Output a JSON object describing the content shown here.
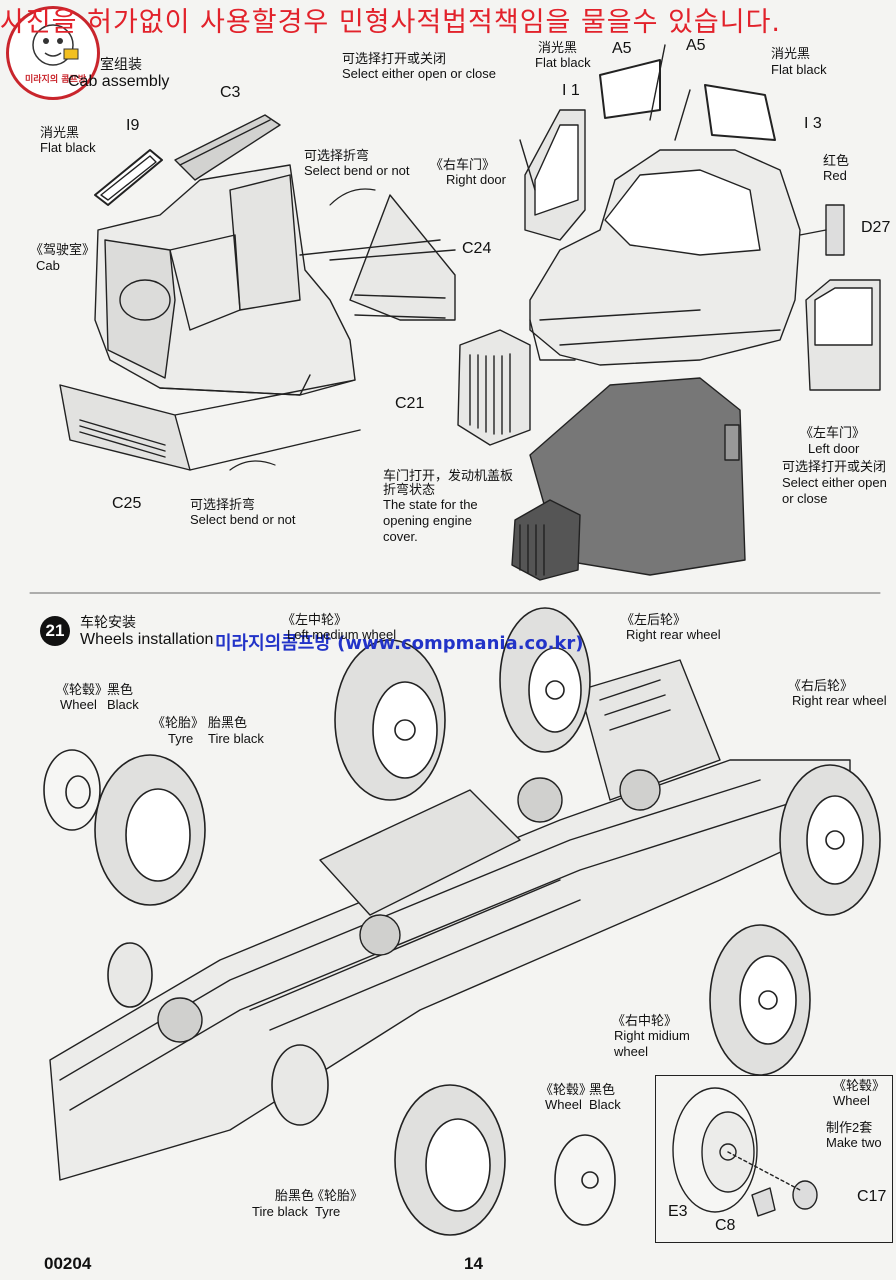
{
  "watermark": {
    "top_text": "사진을 허가없이 사용할경우 민형사적법적책임을 물을수 있습니다.",
    "mid_text": "미라지의콤프방 (www.compmania.co.kr)",
    "logo_text": "미라지의 콤프방"
  },
  "step20": {
    "title_cn": "室组装",
    "title_en": "Cab assembly",
    "labels": {
      "c3": "C3",
      "i9": "I9",
      "i9_cn": "消光黑",
      "i9_en": "Flat black",
      "cab_cn": "《驾驶室》",
      "cab_en": "Cab",
      "select_oc_cn": "可选择打开或关闭",
      "select_oc_en": "Select either open or close",
      "bend_cn": "可选择折弯",
      "bend_en": "Select bend or not",
      "c24": "C24",
      "c25": "C25",
      "bend2_cn": "可选择折弯",
      "bend2_en": "Select bend or not",
      "a5_left": "A5",
      "a5_right": "A5",
      "i1_flat_cn": "消光黑",
      "i1_flat_en": "Flat black",
      "i1": "I 1",
      "i3_flat_cn": "消光黑",
      "i3_flat_en": "Flat black",
      "i3": "I 3",
      "right_door_cn": "《右车门》",
      "right_door_en": "Right door",
      "red_cn": "红色",
      "red_en": "Red",
      "d27": "D27",
      "c21": "C21",
      "left_door_cn": "《左车门》",
      "left_door_en": "Left door",
      "left_door_oc_cn": "可选择打开或关闭",
      "left_door_oc_en1": "Select either open",
      "left_door_oc_en2": "or close",
      "open_state_cn1": "车门打开，发动机盖板",
      "open_state_cn2": "折弯状态",
      "open_state_en1": "The state for the",
      "open_state_en2": "opening engine",
      "open_state_en3": "cover."
    }
  },
  "step21": {
    "number": "21",
    "title_cn": "车轮安装",
    "title_en": "Wheels installation",
    "labels": {
      "wheel_cn": "《轮毂》",
      "wheel_black_cn": "黑色",
      "wheel_en": "Wheel",
      "wheel_black_en": "Black",
      "tyre_cn": "《轮胎》",
      "tyre_black_cn": "胎黑色",
      "tyre_en": "Tyre",
      "tyre_black_en": "Tire black",
      "left_mid_cn": "《左中轮》",
      "left_mid_en": "Left medium wheel",
      "left_rear_cn": "《左后轮》",
      "left_rear_en": "Right rear wheel",
      "right_rear_cn": "《右后轮》",
      "right_rear_en": "Right rear wheel",
      "right_mid_cn": "《右中轮》",
      "right_mid_en1": "Right midium",
      "right_mid_en2": "wheel",
      "bottom_wheel_cn": "《轮毂》",
      "bottom_wheel_black_cn": "黑色",
      "bottom_wheel_en": "Wheel",
      "bottom_wheel_black_en": "Black",
      "bottom_tyre_black_cn": "胎黑色",
      "bottom_tyre_cn": "《轮胎》",
      "bottom_tyre_black_en": "Tire black",
      "bottom_tyre_en": "Tyre"
    },
    "inset": {
      "wheel_cn": "《轮毂》",
      "wheel_en": "Wheel",
      "make_cn": "制作2套",
      "make_en": "Make two",
      "e3": "E3",
      "c8": "C8",
      "c17": "C17"
    }
  },
  "footer": {
    "code": "00204",
    "page": "14"
  }
}
